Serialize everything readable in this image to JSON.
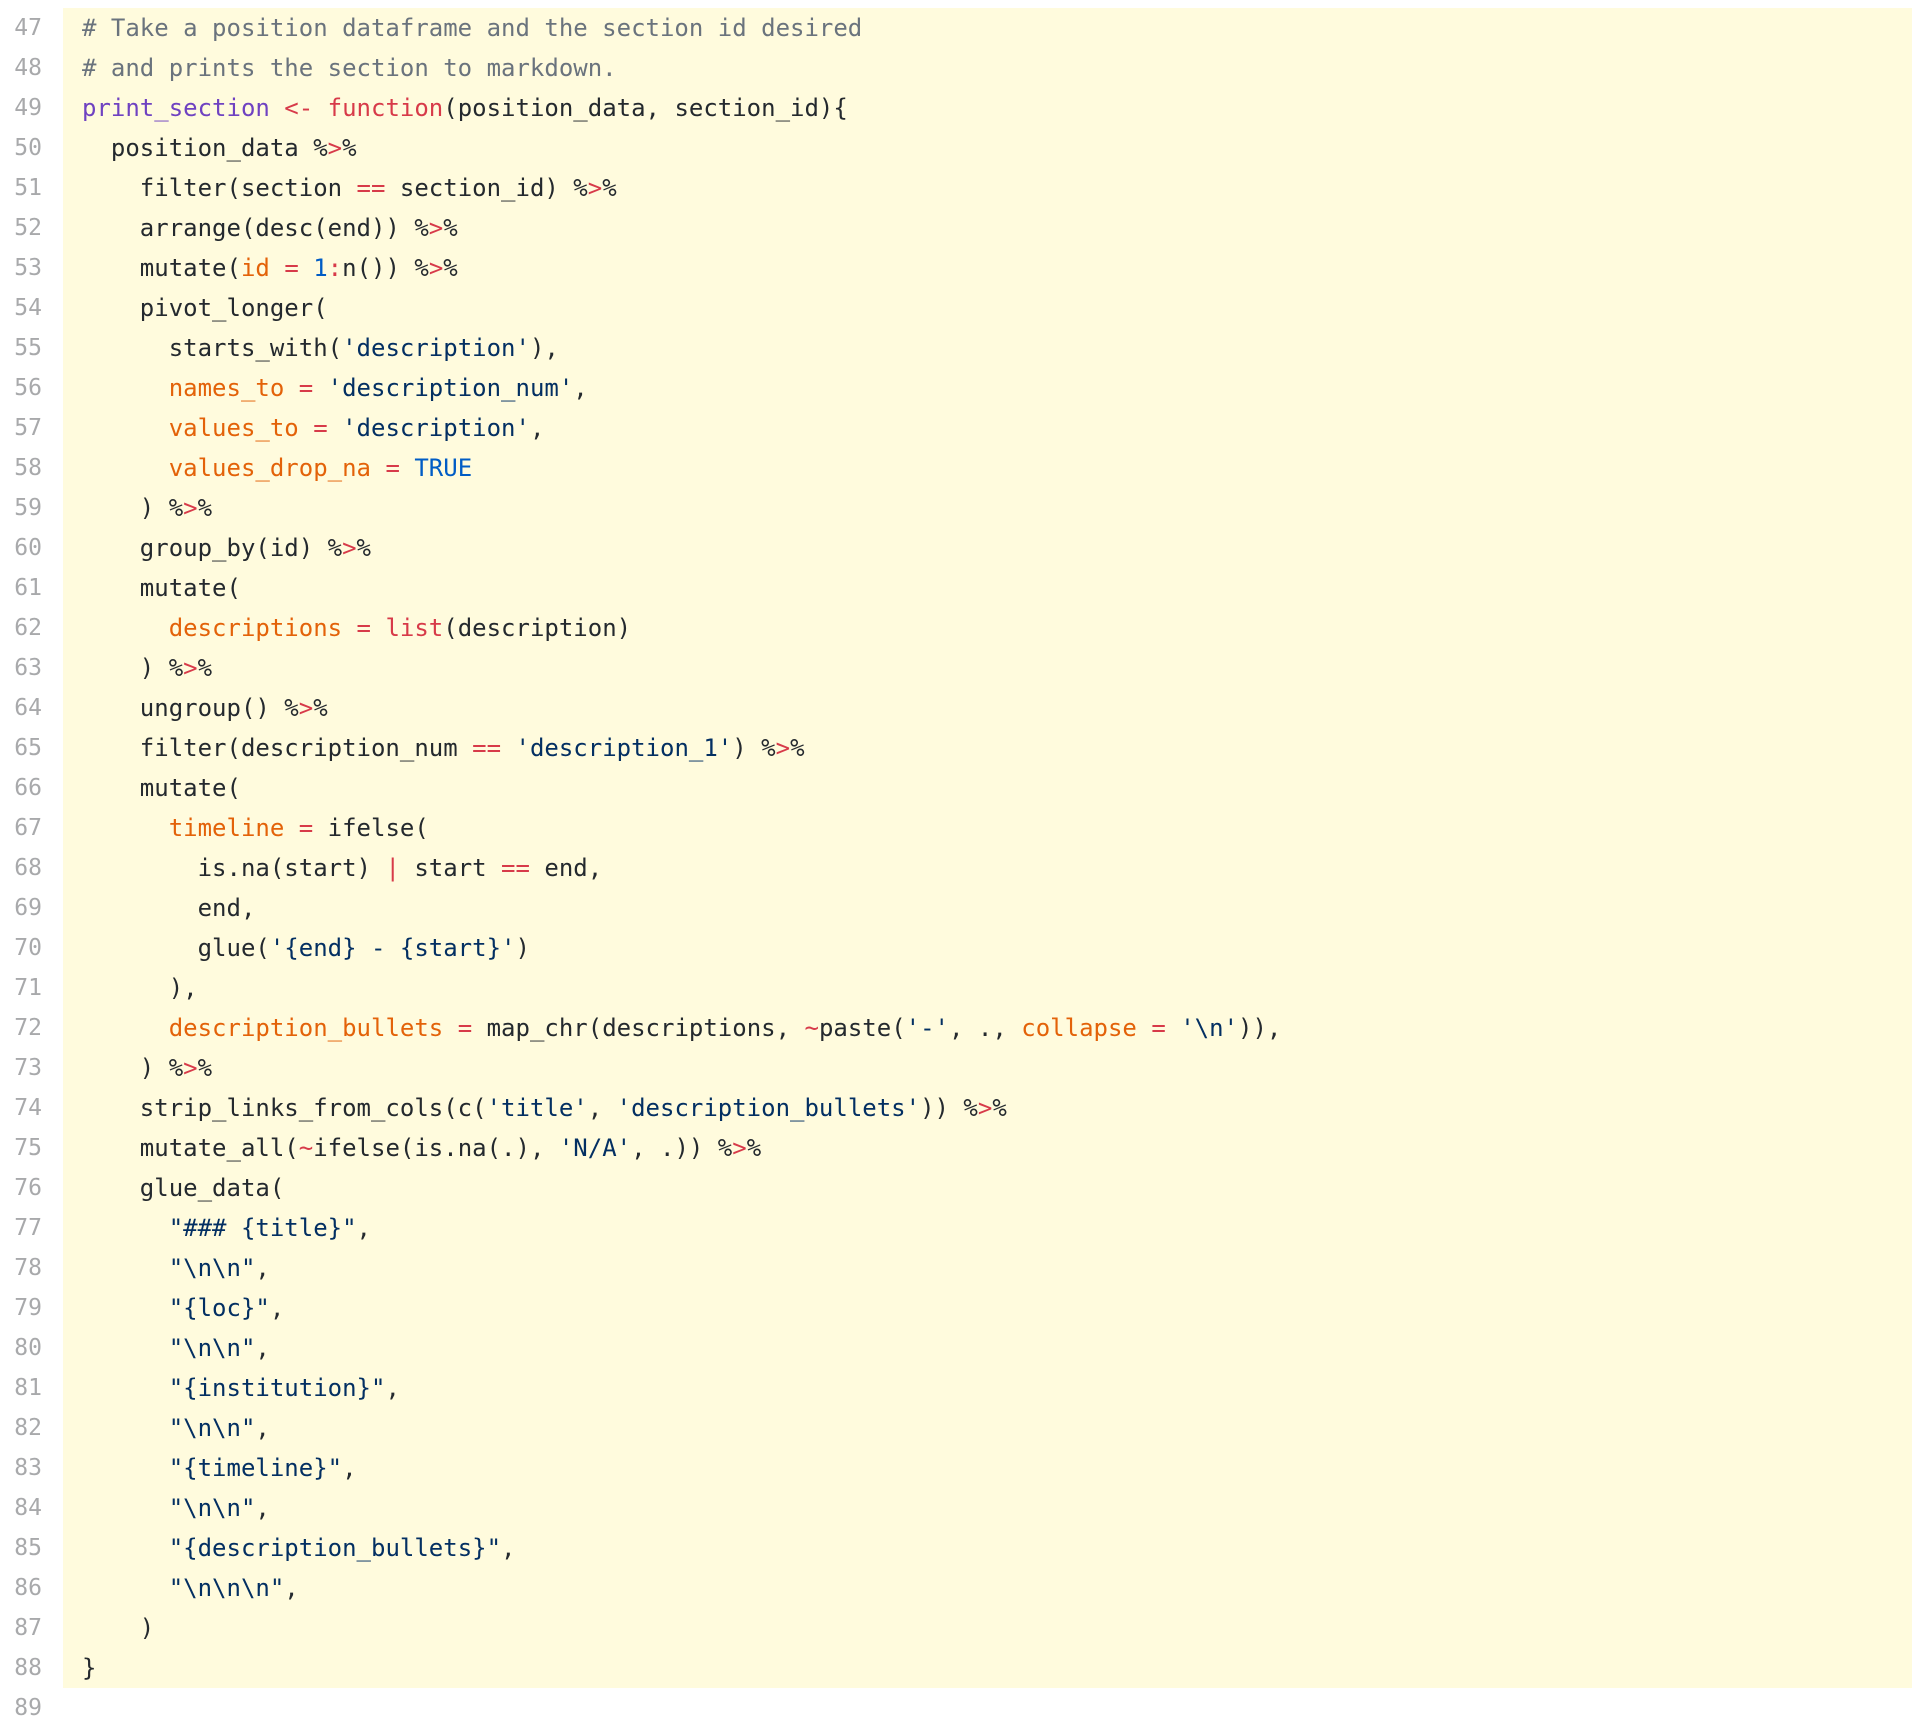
{
  "colors": {
    "comment": "#6a737d",
    "entity": "#6f42c1",
    "keyword": "#d73a49",
    "parameter": "#e36209",
    "constant": "#005cc5",
    "string": "#032f62",
    "highlight": "#fffbdd"
  },
  "lines": [
    {
      "num": "47",
      "hl": true,
      "tokens": [
        [
          "c",
          "# Take a position dataframe and the section id desired"
        ]
      ]
    },
    {
      "num": "48",
      "hl": true,
      "tokens": [
        [
          "c",
          "# and prints the section to markdown."
        ]
      ]
    },
    {
      "num": "49",
      "hl": true,
      "tokens": [
        [
          "f",
          "print_section"
        ],
        [
          "",
          " "
        ],
        [
          "k",
          "<-"
        ],
        [
          "",
          " "
        ],
        [
          "k",
          "function"
        ],
        [
          "",
          "(position_data, section_id){"
        ]
      ]
    },
    {
      "num": "50",
      "hl": true,
      "tokens": [
        [
          "",
          "  position_data %"
        ],
        [
          "k",
          ">"
        ],
        [
          "",
          "%"
        ]
      ]
    },
    {
      "num": "51",
      "hl": true,
      "tokens": [
        [
          "",
          "    filter(section "
        ],
        [
          "k",
          "=="
        ],
        [
          "",
          " section_id) %"
        ],
        [
          "k",
          ">"
        ],
        [
          "",
          "%"
        ]
      ]
    },
    {
      "num": "52",
      "hl": true,
      "tokens": [
        [
          "",
          "    arrange(desc(end)) %"
        ],
        [
          "k",
          ">"
        ],
        [
          "",
          "%"
        ]
      ]
    },
    {
      "num": "53",
      "hl": true,
      "tokens": [
        [
          "",
          "    mutate("
        ],
        [
          "p",
          "id"
        ],
        [
          "",
          " "
        ],
        [
          "k",
          "="
        ],
        [
          "",
          " "
        ],
        [
          "n",
          "1"
        ],
        [
          "k",
          ":"
        ],
        [
          "",
          "n()) %"
        ],
        [
          "k",
          ">"
        ],
        [
          "",
          "%"
        ]
      ]
    },
    {
      "num": "54",
      "hl": true,
      "tokens": [
        [
          "",
          "    pivot_longer("
        ]
      ]
    },
    {
      "num": "55",
      "hl": true,
      "tokens": [
        [
          "",
          "      starts_with("
        ],
        [
          "s",
          "'description'"
        ],
        [
          "",
          "),"
        ]
      ]
    },
    {
      "num": "56",
      "hl": true,
      "tokens": [
        [
          "",
          "      "
        ],
        [
          "p",
          "names_to"
        ],
        [
          "",
          " "
        ],
        [
          "k",
          "="
        ],
        [
          "",
          " "
        ],
        [
          "s",
          "'description_num'"
        ],
        [
          "",
          ","
        ]
      ]
    },
    {
      "num": "57",
      "hl": true,
      "tokens": [
        [
          "",
          "      "
        ],
        [
          "p",
          "values_to"
        ],
        [
          "",
          " "
        ],
        [
          "k",
          "="
        ],
        [
          "",
          " "
        ],
        [
          "s",
          "'description'"
        ],
        [
          "",
          ","
        ]
      ]
    },
    {
      "num": "58",
      "hl": true,
      "tokens": [
        [
          "",
          "      "
        ],
        [
          "p",
          "values_drop_na"
        ],
        [
          "",
          " "
        ],
        [
          "k",
          "="
        ],
        [
          "",
          " "
        ],
        [
          "n",
          "TRUE"
        ]
      ]
    },
    {
      "num": "59",
      "hl": true,
      "tokens": [
        [
          "",
          "    ) %"
        ],
        [
          "k",
          ">"
        ],
        [
          "",
          "%"
        ]
      ]
    },
    {
      "num": "60",
      "hl": true,
      "tokens": [
        [
          "",
          "    group_by(id) %"
        ],
        [
          "k",
          ">"
        ],
        [
          "",
          "%"
        ]
      ]
    },
    {
      "num": "61",
      "hl": true,
      "tokens": [
        [
          "",
          "    mutate("
        ]
      ]
    },
    {
      "num": "62",
      "hl": true,
      "tokens": [
        [
          "",
          "      "
        ],
        [
          "p",
          "descriptions"
        ],
        [
          "",
          " "
        ],
        [
          "k",
          "="
        ],
        [
          "",
          " "
        ],
        [
          "k",
          "list"
        ],
        [
          "",
          "(description)"
        ]
      ]
    },
    {
      "num": "63",
      "hl": true,
      "tokens": [
        [
          "",
          "    ) %"
        ],
        [
          "k",
          ">"
        ],
        [
          "",
          "%"
        ]
      ]
    },
    {
      "num": "64",
      "hl": true,
      "tokens": [
        [
          "",
          "    ungroup() %"
        ],
        [
          "k",
          ">"
        ],
        [
          "",
          "%"
        ]
      ]
    },
    {
      "num": "65",
      "hl": true,
      "tokens": [
        [
          "",
          "    filter(description_num "
        ],
        [
          "k",
          "=="
        ],
        [
          "",
          " "
        ],
        [
          "s",
          "'description_1'"
        ],
        [
          "",
          ") %"
        ],
        [
          "k",
          ">"
        ],
        [
          "",
          "%"
        ]
      ]
    },
    {
      "num": "66",
      "hl": true,
      "tokens": [
        [
          "",
          "    mutate("
        ]
      ]
    },
    {
      "num": "67",
      "hl": true,
      "tokens": [
        [
          "",
          "      "
        ],
        [
          "p",
          "timeline"
        ],
        [
          "",
          " "
        ],
        [
          "k",
          "="
        ],
        [
          "",
          " ifelse("
        ]
      ]
    },
    {
      "num": "68",
      "hl": true,
      "tokens": [
        [
          "",
          "        is.na(start) "
        ],
        [
          "k",
          "|"
        ],
        [
          "",
          " start "
        ],
        [
          "k",
          "=="
        ],
        [
          "",
          " end,"
        ]
      ]
    },
    {
      "num": "69",
      "hl": true,
      "tokens": [
        [
          "",
          "        end,"
        ]
      ]
    },
    {
      "num": "70",
      "hl": true,
      "tokens": [
        [
          "",
          "        glue("
        ],
        [
          "s",
          "'{end} - {start}'"
        ],
        [
          "",
          ")"
        ]
      ]
    },
    {
      "num": "71",
      "hl": true,
      "tokens": [
        [
          "",
          "      ),"
        ]
      ]
    },
    {
      "num": "72",
      "hl": true,
      "tokens": [
        [
          "",
          "      "
        ],
        [
          "p",
          "description_bullets"
        ],
        [
          "",
          " "
        ],
        [
          "k",
          "="
        ],
        [
          "",
          " map_chr(descriptions, "
        ],
        [
          "k",
          "~"
        ],
        [
          "",
          "paste("
        ],
        [
          "s",
          "'-'"
        ],
        [
          "",
          ", ., "
        ],
        [
          "p",
          "collapse"
        ],
        [
          "",
          " "
        ],
        [
          "k",
          "="
        ],
        [
          "",
          " "
        ],
        [
          "s",
          "'\\n'"
        ],
        [
          "",
          ")),"
        ]
      ]
    },
    {
      "num": "73",
      "hl": true,
      "tokens": [
        [
          "",
          "    ) %"
        ],
        [
          "k",
          ">"
        ],
        [
          "",
          "%"
        ]
      ]
    },
    {
      "num": "74",
      "hl": true,
      "tokens": [
        [
          "",
          "    strip_links_from_cols(c("
        ],
        [
          "s",
          "'title'"
        ],
        [
          "",
          ", "
        ],
        [
          "s",
          "'description_bullets'"
        ],
        [
          "",
          ")) %"
        ],
        [
          "k",
          ">"
        ],
        [
          "",
          "%"
        ]
      ]
    },
    {
      "num": "75",
      "hl": true,
      "tokens": [
        [
          "",
          "    mutate_all("
        ],
        [
          "k",
          "~"
        ],
        [
          "",
          "ifelse(is.na(.), "
        ],
        [
          "s",
          "'N/A'"
        ],
        [
          "",
          ", .)) %"
        ],
        [
          "k",
          ">"
        ],
        [
          "",
          "%"
        ]
      ]
    },
    {
      "num": "76",
      "hl": true,
      "tokens": [
        [
          "",
          "    glue_data("
        ]
      ]
    },
    {
      "num": "77",
      "hl": true,
      "tokens": [
        [
          "",
          "      "
        ],
        [
          "s",
          "\"### {title}\""
        ],
        [
          "",
          ","
        ]
      ]
    },
    {
      "num": "78",
      "hl": true,
      "tokens": [
        [
          "",
          "      "
        ],
        [
          "s",
          "\"\\n\\n\""
        ],
        [
          "",
          ","
        ]
      ]
    },
    {
      "num": "79",
      "hl": true,
      "tokens": [
        [
          "",
          "      "
        ],
        [
          "s",
          "\"{loc}\""
        ],
        [
          "",
          ","
        ]
      ]
    },
    {
      "num": "80",
      "hl": true,
      "tokens": [
        [
          "",
          "      "
        ],
        [
          "s",
          "\"\\n\\n\""
        ],
        [
          "",
          ","
        ]
      ]
    },
    {
      "num": "81",
      "hl": true,
      "tokens": [
        [
          "",
          "      "
        ],
        [
          "s",
          "\"{institution}\""
        ],
        [
          "",
          ","
        ]
      ]
    },
    {
      "num": "82",
      "hl": true,
      "tokens": [
        [
          "",
          "      "
        ],
        [
          "s",
          "\"\\n\\n\""
        ],
        [
          "",
          ","
        ]
      ]
    },
    {
      "num": "83",
      "hl": true,
      "tokens": [
        [
          "",
          "      "
        ],
        [
          "s",
          "\"{timeline}\""
        ],
        [
          "",
          ","
        ]
      ]
    },
    {
      "num": "84",
      "hl": true,
      "tokens": [
        [
          "",
          "      "
        ],
        [
          "s",
          "\"\\n\\n\""
        ],
        [
          "",
          ","
        ]
      ]
    },
    {
      "num": "85",
      "hl": true,
      "tokens": [
        [
          "",
          "      "
        ],
        [
          "s",
          "\"{description_bullets}\""
        ],
        [
          "",
          ","
        ]
      ]
    },
    {
      "num": "86",
      "hl": true,
      "tokens": [
        [
          "",
          "      "
        ],
        [
          "s",
          "\"\\n\\n\\n\""
        ],
        [
          "",
          ","
        ]
      ]
    },
    {
      "num": "87",
      "hl": true,
      "tokens": [
        [
          "",
          "    )"
        ]
      ]
    },
    {
      "num": "88",
      "hl": true,
      "tokens": [
        [
          "",
          "}"
        ]
      ]
    },
    {
      "num": "89",
      "hl": false,
      "tokens": []
    }
  ]
}
